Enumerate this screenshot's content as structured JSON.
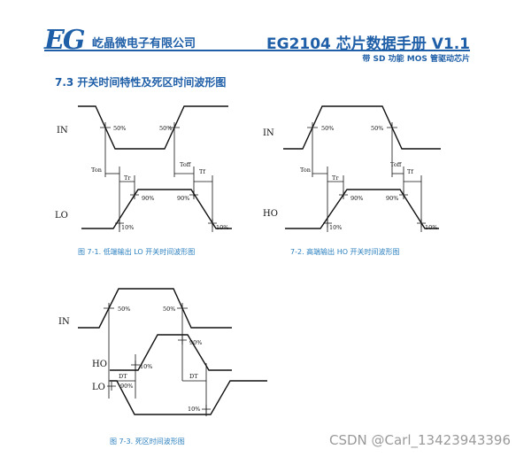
{
  "header": {
    "logo": "EG",
    "company": "屹晶微电子有限公司",
    "title": "EG2104 芯片数据手册 V1.1",
    "subtitle": "带 SD 功能 MOS 管驱动芯片"
  },
  "section": {
    "heading": "7.3  开关时间特性及死区时间波形图"
  },
  "figures": {
    "fig1": {
      "caption": "图 7-1. 低端输出 LO 开关时间波形图",
      "input_label": "IN",
      "output_label": "LO",
      "labels": {
        "p50a": "50%",
        "p50b": "50%",
        "ton": "Ton",
        "tr": "Tr",
        "toff": "Toff",
        "tf": "Tf",
        "p90a": "90%",
        "p90b": "90%",
        "p10a": "10%",
        "p10b": "10%"
      }
    },
    "fig2": {
      "caption": "7-2. 高端输出 HO 开关时间波形图",
      "input_label": "IN",
      "output_label": "HO",
      "labels": {
        "p50a": "50%",
        "p50b": "50%",
        "ton": "Ton",
        "tr": "Tr",
        "toff": "Toff",
        "tf": "Tf",
        "p90a": "90%",
        "p90b": "90%",
        "p10a": "10%",
        "p10b": "10%"
      }
    },
    "fig3": {
      "caption": "图 7-3. 死区时间波形图",
      "input_label": "IN",
      "ho_label": "HO",
      "lo_label": "LO",
      "labels": {
        "p50a": "50%",
        "p50b": "50%",
        "dt1": "DT",
        "dt2": "DT",
        "p90a": "90%",
        "p90b": "90%",
        "p10a": "10%",
        "p10b": "10%"
      }
    }
  },
  "watermark": "CSDN @Carl_13423943396"
}
